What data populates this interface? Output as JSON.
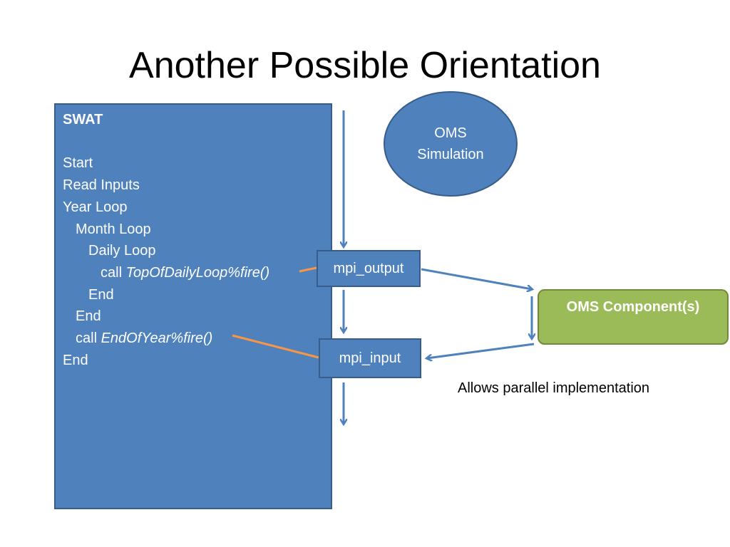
{
  "title": "Another Possible Orientation",
  "swat": {
    "heading": "SWAT",
    "lines": {
      "start": "Start",
      "read_inputs": "Read Inputs",
      "year_loop": "Year Loop",
      "month_loop": "Month Loop",
      "daily_loop": "Daily Loop",
      "call_prefix": "call ",
      "top_of_daily_loop_call": "TopOfDailyLoop%fire()",
      "end_daily": "End",
      "end_month": "End",
      "end_of_year_call": "EndOfYear%fire()",
      "end_year": "End"
    }
  },
  "mpi_output": "mpi_output",
  "mpi_input": "mpi_input",
  "oms_simulation": {
    "line1": "OMS",
    "line2": "Simulation"
  },
  "oms_component": "OMS Component(s)",
  "caption": "Allows parallel implementation",
  "colors": {
    "box_fill": "#4f81bd",
    "box_border": "#385d8a",
    "component_fill": "#9bbb59",
    "connector_orange": "#f79646",
    "arrow_blue": "#4f81bd"
  }
}
